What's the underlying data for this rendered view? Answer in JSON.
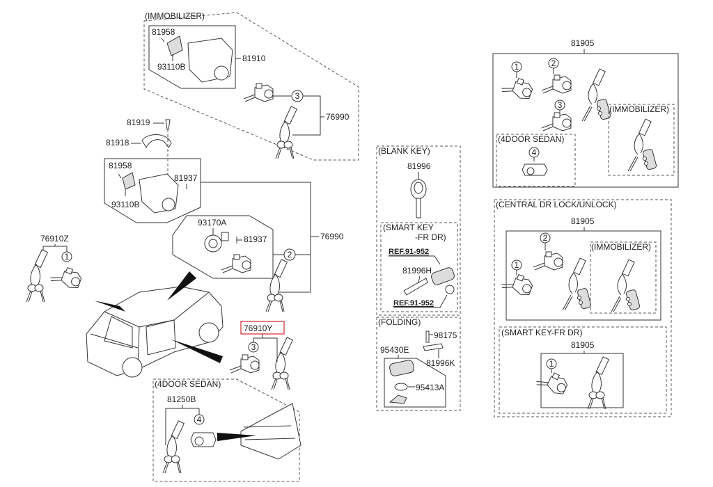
{
  "diagram": {
    "title": "Key & Cylinder Set parts diagram",
    "highlight_color": "#d9262c",
    "groups": {
      "immobilizer_top": {
        "label": "(IMMOBILIZER)",
        "parts": [
          "81958",
          "93110B",
          "81910",
          "76990"
        ],
        "callout": "3"
      },
      "steering_lock": {
        "parts": [
          "81919",
          "81918",
          "81958",
          "93110B",
          "81937"
        ]
      },
      "ignition_2": {
        "parts": [
          "93170A",
          "81937"
        ],
        "callout": "2",
        "assembly": "76990"
      },
      "door_lock_left": {
        "assembly": "76910Z",
        "callout": "1"
      },
      "door_lock_right": {
        "assembly": "76910Y",
        "callout": "3",
        "highlighted": true
      },
      "sedan_trunk": {
        "label": "(4DOOR SEDAN)",
        "assembly": "81250B",
        "callout": "4"
      },
      "blank_key": {
        "label": "(BLANK KEY)",
        "part": "81996"
      },
      "smart_key": {
        "label_line1": "(SMART KEY",
        "label_line2": "-FR DR)",
        "ref_top": "REF.91-952",
        "part": "81996H",
        "ref_bottom": "REF.91-952"
      },
      "folding": {
        "label": "(FOLDING)",
        "parts": [
          "98175",
          "95430E",
          "81996K",
          "95413A"
        ]
      },
      "set_top": {
        "assembly": "81905",
        "callouts": [
          "1",
          "2",
          "3"
        ],
        "sub_sedan": "(4DOOR SEDAN)",
        "sub_sedan_callout": "4",
        "sub_immobilizer": "(IMMOBILIZER)"
      },
      "central_lock": {
        "label": "(CENTRAL DR LOCK/UNLOCK)",
        "assembly": "81905",
        "callouts": [
          "1",
          "2"
        ],
        "sub_immobilizer": "(IMMOBILIZER)"
      },
      "smart_key_fr": {
        "label": "(SMART KEY-FR DR)",
        "assembly": "81905",
        "callout": "1"
      }
    }
  }
}
